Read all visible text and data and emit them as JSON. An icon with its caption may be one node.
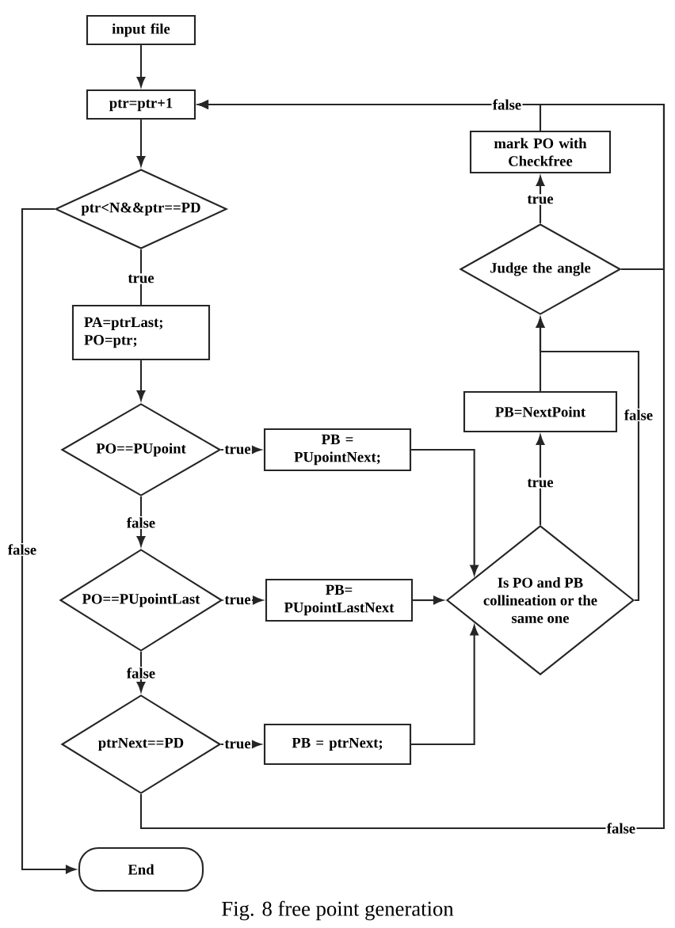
{
  "diagram": {
    "caption": "Fig. 8 free point generation",
    "nodes": [
      {
        "text": [
          "input file"
        ]
      },
      {
        "text": [
          "ptr=ptr+1"
        ]
      },
      {
        "text": [
          "ptr<N&&ptr==PD"
        ]
      },
      {
        "text": [
          "PA=ptrLast;",
          "PO=ptr;"
        ]
      },
      {
        "text": [
          "PO==PUpoint"
        ]
      },
      {
        "text": [
          "PB = PUpointNext;"
        ]
      },
      {
        "text": [
          "PO==PUpointLast"
        ]
      },
      {
        "text": [
          "PB= PUpointLastNext"
        ]
      },
      {
        "text": [
          "ptrNext==PD"
        ]
      },
      {
        "text": [
          "PB = ptrNext;"
        ]
      },
      {
        "text": [
          "End"
        ]
      },
      {
        "text": [
          "Is PO and PB collineation or the same one"
        ]
      },
      {
        "text": [
          "PB=NextPoint"
        ]
      },
      {
        "text": [
          "Judge the angle"
        ]
      },
      {
        "text": [
          "mark PO with Checkfree"
        ]
      }
    ],
    "edges": [
      {
        "from": 0,
        "to": 1,
        "arrow": "to"
      },
      {
        "from": 1,
        "to": 2,
        "arrow": "to"
      },
      {
        "from": 2,
        "to": 3,
        "arrow": "none",
        "label": "true"
      },
      {
        "from": 3,
        "to": 4,
        "arrow": "to"
      },
      {
        "from": 4,
        "to": 5,
        "arrow": "to",
        "label": "true"
      },
      {
        "from": 4,
        "to": 6,
        "arrow": "to",
        "label": "false"
      },
      {
        "from": 6,
        "to": 7,
        "arrow": "to",
        "label": "true"
      },
      {
        "from": 6,
        "to": 8,
        "arrow": "to",
        "label": "false"
      },
      {
        "from": 8,
        "to": 9,
        "arrow": "to",
        "label": "true"
      },
      {
        "from": 5,
        "to": 11,
        "arrow": "to"
      },
      {
        "from": 7,
        "to": 11,
        "arrow": "to"
      },
      {
        "from": 9,
        "to": 11,
        "arrow": "to"
      },
      {
        "from": 11,
        "to": 12,
        "arrow": "to",
        "label": "true"
      },
      {
        "from": 12,
        "to": 13,
        "arrow": "to"
      },
      {
        "from": 11,
        "to": 13,
        "arrow": "to",
        "label": "false"
      },
      {
        "from": 13,
        "to": 14,
        "arrow": "to",
        "label": "true"
      },
      {
        "from": 14,
        "to": 1,
        "arrow": "to"
      },
      {
        "from": 13,
        "to": 1,
        "arrow": "to",
        "label": "false"
      },
      {
        "from": 8,
        "to": 1,
        "arrow": "to",
        "label": "false"
      },
      {
        "from": 2,
        "to": 10,
        "arrow": "to",
        "label": "false"
      }
    ]
  }
}
